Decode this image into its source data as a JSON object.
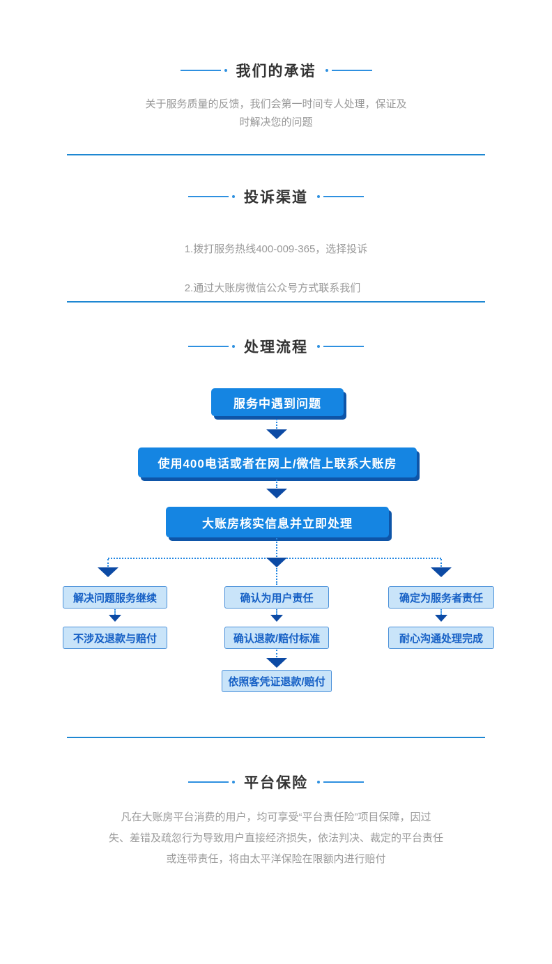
{
  "colors": {
    "accent_blue": "#2e90e0",
    "divider_blue": "#1e87d2",
    "flow_box_fill": "#1585e2",
    "flow_box_shadow": "#0e55a8",
    "flow_box_text": "#ffffff",
    "light_box_fill": "#c9e4f9",
    "light_box_border": "#4a90d9",
    "light_box_text": "#1660c5",
    "arrow_navy": "#0c4aa4",
    "dotted_line_blue": "#2286e2",
    "title_text": "#333333",
    "body_text": "#999999"
  },
  "sections": {
    "promise": {
      "title": "我们的承诺",
      "body": "关于服务质量的反馈，我们会第一时间专人处理，保证及\n时解决您的问题"
    },
    "channels": {
      "title": "投诉渠道",
      "items": [
        "1.拨打服务热线400-009-365，选择投诉",
        "2.通过大账房微信公众号方式联系我们"
      ]
    },
    "process": {
      "title": "处理流程",
      "steps": [
        "服务中遇到问题",
        "使用400电话或者在网上/微信上联系大账房",
        "大账房核实信息并立即处理"
      ],
      "branches": {
        "left": [
          "解决问题服务继续",
          "不涉及退款与赔付"
        ],
        "middle": [
          "确认为用户责任",
          "确认退款/赔付标准",
          "依照客凭证退款/赔付"
        ],
        "right": [
          "确定为服务者责任",
          "耐心沟通处理完成"
        ]
      }
    },
    "insurance": {
      "title": "平台保险",
      "body": "凡在大账房平台消费的用户，均可享受“平台责任险”项目保障，因过\n失、差错及疏忽行为导致用户直接经济损失，依法判决、裁定的平台责任\n或连带责任，将由太平洋保险在限额内进行赔付"
    }
  }
}
